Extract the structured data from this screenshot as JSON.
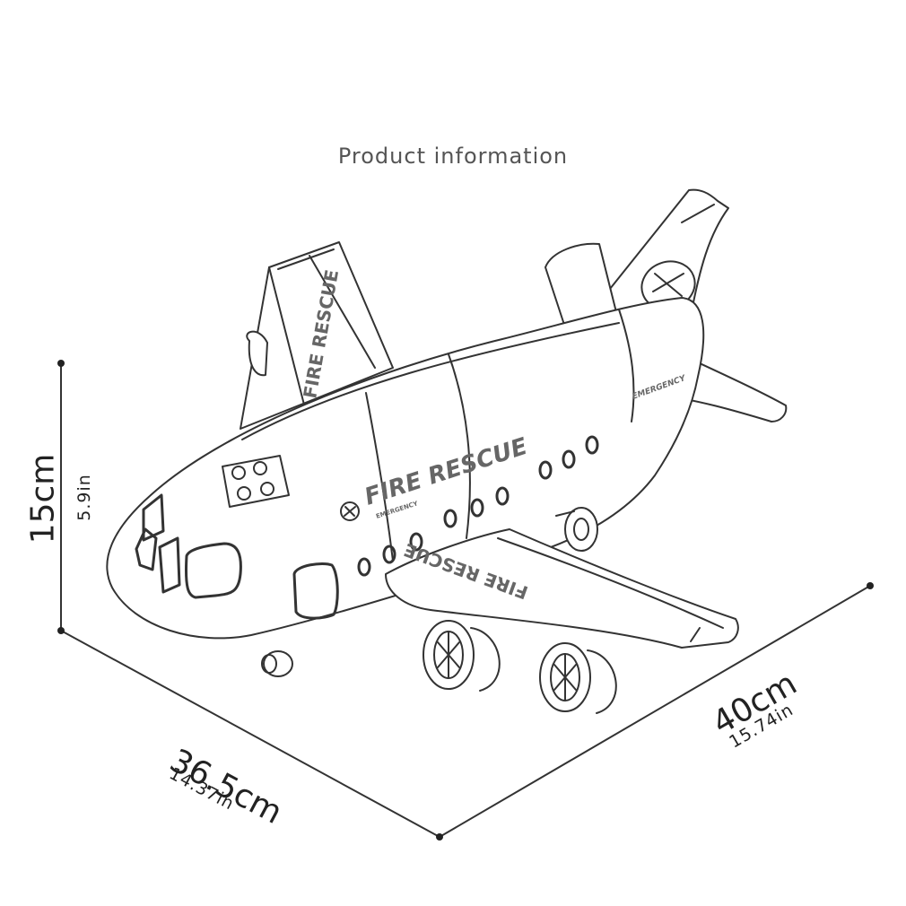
{
  "header": {
    "title": "Product information"
  },
  "dimensions": {
    "height": {
      "metric": "15cm",
      "imperial": "5.9in"
    },
    "depth": {
      "metric": "36.5cm",
      "imperial": "14.37in"
    },
    "width": {
      "metric": "40cm",
      "imperial": "15.74in"
    }
  },
  "airplane": {
    "fuselage_label": "FIRE RESCUE",
    "fuselage_sublabel": "EMERGENCY",
    "tail_label": "EMERGENCY",
    "left_wing_label": "FIRE RESCUE",
    "right_wing_label": "FIRE RESCUE"
  },
  "colors": {
    "line": "#333333",
    "text": "#555555",
    "background": "#ffffff"
  }
}
